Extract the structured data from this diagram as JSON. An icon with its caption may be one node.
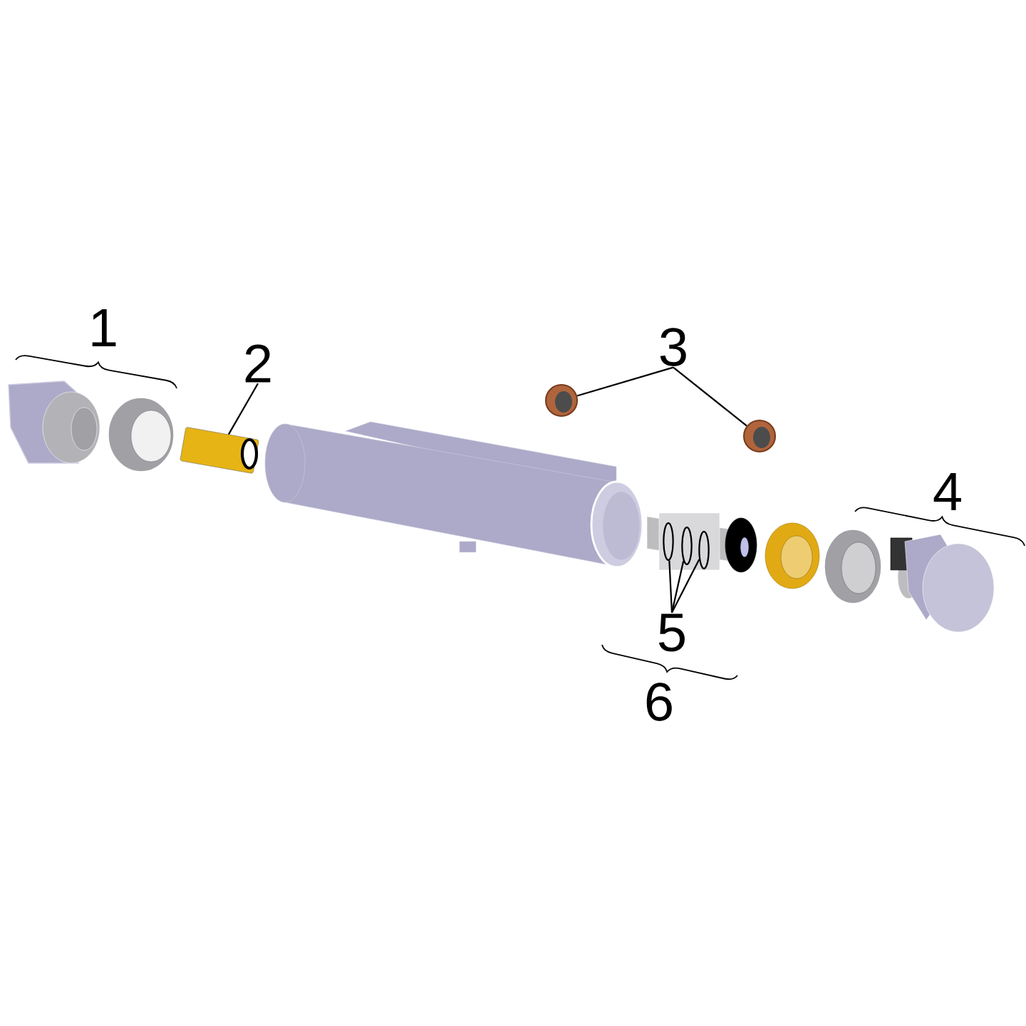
{
  "diagram": {
    "nodes": [
      {
        "text": [
          "2"
        ]
      },
      {
        "text": [],
        "shape": "picture"
      },
      {
        "text": [
          "3"
        ]
      },
      {
        "text": [],
        "shape": "circle"
      },
      {
        "text": [],
        "shape": "circle"
      },
      {
        "text": [
          "5"
        ]
      },
      {
        "text": [],
        "shape": "ring"
      },
      {
        "text": [],
        "shape": "ring"
      },
      {
        "text": [],
        "shape": "ring"
      }
    ],
    "edges": [
      {
        "from": 0,
        "to": 1,
        "arrow": "none"
      },
      {
        "from": 2,
        "to": 3,
        "arrow": "none"
      },
      {
        "from": 2,
        "to": 4,
        "arrow": "none"
      },
      {
        "from": 5,
        "to": 6,
        "arrow": "none"
      },
      {
        "from": 5,
        "to": 7,
        "arrow": "none"
      },
      {
        "from": 5,
        "to": 8,
        "arrow": "none"
      }
    ],
    "labels": [
      "1",
      "4",
      "6"
    ]
  }
}
